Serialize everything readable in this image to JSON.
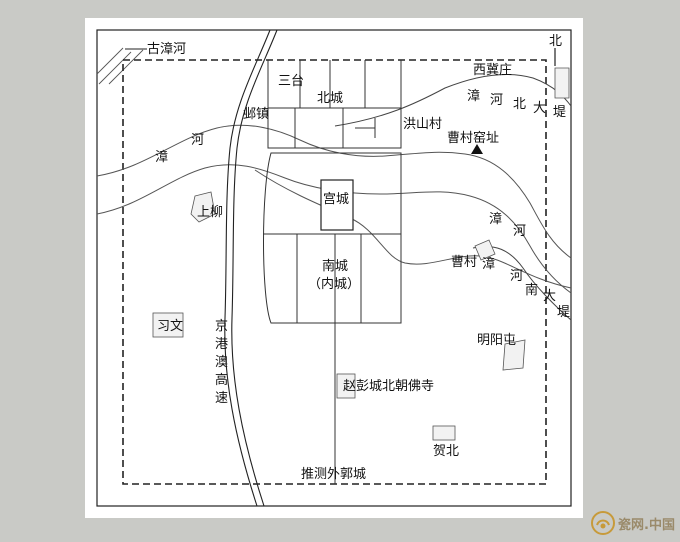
{
  "labels": {
    "ancient_zhang_river": "古漳河",
    "north": "北",
    "xiji_village": "西冀庄",
    "zhang_river_north_dike": [
      "漳",
      "河",
      "北",
      "大",
      "堤"
    ],
    "santai": "三台",
    "north_city": "北城",
    "ye_town": "邺镇",
    "hongshan_village": "洪山村",
    "caocun_kiln": "曹村窑址",
    "zhang_river_west": [
      "漳",
      "河"
    ],
    "palace_city": "宫城",
    "shangliu": "上柳",
    "zhang_river_east": [
      "漳",
      "河"
    ],
    "caocun": "曹村",
    "zhang_river_south_dike": [
      "漳",
      "河",
      "南",
      "大",
      "堤"
    ],
    "south_city_line1": "南城",
    "south_city_line2": "（内城）",
    "xiwen": "习文",
    "expressway": [
      "京",
      "港",
      "澳",
      "高",
      "速"
    ],
    "mingyangtun": "明阳屯",
    "zhaopeng_temple": "赵彭城北朝佛寺",
    "hebei_village": "贺北",
    "outer_city": "推测外郭城"
  },
  "watermark": {
    "text": "瓷网.中国",
    "accent_color": "#c79a3a"
  },
  "colors": {
    "background": "#c9cac6",
    "panel": "#ffffff",
    "line": "#222222",
    "river": "#555555"
  }
}
